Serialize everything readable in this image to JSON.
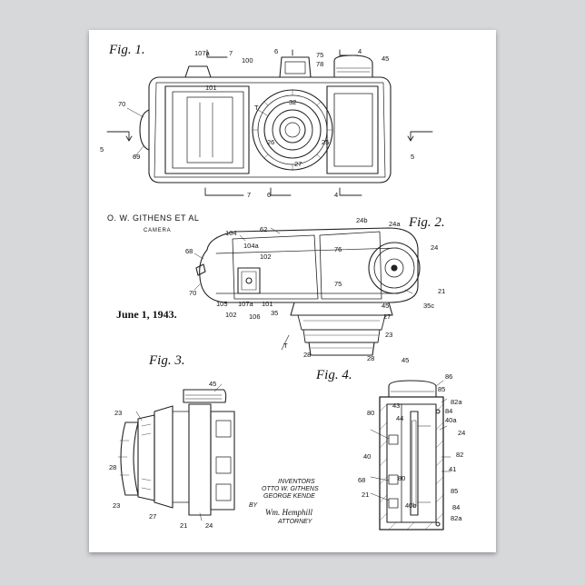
{
  "poster": {
    "inventor_header": "O. W. GITHENS  ET AL",
    "subject": "CAMERA",
    "date": "June 1, 1943.",
    "fig1_label": "Fig. 1.",
    "fig2_label": "Fig. 2.",
    "fig3_label": "Fig. 3.",
    "fig4_label": "Fig. 4.",
    "inventors_heading": "INVENTORS",
    "inventor_1": "OTTO W. GITHENS",
    "inventor_2": "GEORGE KENDE",
    "by_label": "BY",
    "attorney_signature": "Wm. Hemphill",
    "attorney_label": "ATTORNEY"
  },
  "reference_numerals": {
    "fig1": [
      "107a",
      "7",
      "100",
      "6",
      "75",
      "78",
      "4",
      "45",
      "101",
      "70",
      "T",
      "32",
      "5",
      "69",
      "26",
      "25",
      "27",
      "7",
      "6",
      "4",
      "5"
    ],
    "fig2": [
      "104",
      "62",
      "24b",
      "24a",
      "68",
      "104a",
      "76",
      "24",
      "102",
      "70",
      "75",
      "105",
      "107a",
      "101",
      "35",
      "45",
      "21",
      "102",
      "106",
      "27",
      "35c",
      "T",
      "23",
      "28",
      "28"
    ],
    "fig3": [
      "45",
      "23",
      "28",
      "23",
      "27",
      "21",
      "24"
    ],
    "fig4": [
      "45",
      "86",
      "85",
      "82a",
      "84",
      "43",
      "40a",
      "24",
      "80",
      "44",
      "40",
      "82",
      "41",
      "68",
      "80",
      "21",
      "85",
      "40b",
      "84",
      "82a"
    ]
  }
}
